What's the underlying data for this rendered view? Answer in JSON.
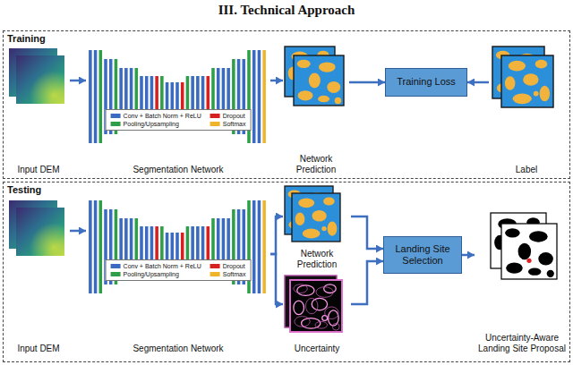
{
  "diagram": {
    "title": "III. Technical Approach",
    "nodes": [
      {
        "text": [
          "Training"
        ]
      },
      {
        "text": [
          "Input DEM"
        ],
        "in": 0
      },
      {
        "text": [
          "Segmentation Network"
        ],
        "in": 0
      },
      {
        "text": [
          "Network Prediction"
        ],
        "in": 0
      },
      {
        "text": [
          "Training Loss"
        ],
        "in": 0
      },
      {
        "text": [
          "Label"
        ],
        "in": 0
      },
      {
        "text": [
          "Testing"
        ]
      },
      {
        "text": [
          "Input DEM"
        ],
        "in": 6
      },
      {
        "text": [
          "Segmentation Network"
        ],
        "in": 6
      },
      {
        "text": [
          "Network Prediction"
        ],
        "in": 6
      },
      {
        "text": [
          "Uncertainty"
        ],
        "in": 6
      },
      {
        "text": [
          "Landing Site Selection"
        ],
        "in": 6
      },
      {
        "text": [
          "Uncertainty-Aware Landing Site Proposal"
        ],
        "in": 6
      }
    ],
    "edges": [
      {
        "from": 1,
        "to": 2,
        "arrow": "to"
      },
      {
        "from": 2,
        "to": 3,
        "arrow": "to"
      },
      {
        "from": 3,
        "to": 4,
        "arrow": "to"
      },
      {
        "from": 5,
        "to": 4,
        "arrow": "to"
      },
      {
        "from": 7,
        "to": 8,
        "arrow": "to"
      },
      {
        "from": 8,
        "to": 9,
        "arrow": "to"
      },
      {
        "from": 8,
        "to": 10,
        "arrow": "to"
      },
      {
        "from": 9,
        "to": 11,
        "arrow": "to"
      },
      {
        "from": 10,
        "to": 11,
        "arrow": "to"
      },
      {
        "from": 11,
        "to": 12,
        "arrow": "to"
      }
    ],
    "legend": [
      {
        "text": "Conv + Batch Norm + ReLU",
        "color": "#3a6bc0"
      },
      {
        "text": "Dropout",
        "color": "#d92020"
      },
      {
        "text": "Pooling/Upsampling",
        "color": "#2f9e48"
      },
      {
        "text": "Softmax",
        "color": "#f0b429"
      },
      {
        "text": "Conv + Batch Norm + ReLU",
        "color": "#3a6bc0"
      },
      {
        "text": "Dropout",
        "color": "#d92020"
      },
      {
        "text": "Pooling/Upsampling",
        "color": "#2f9e48"
      },
      {
        "text": "Softmax",
        "color": "#f0b429"
      }
    ]
  }
}
